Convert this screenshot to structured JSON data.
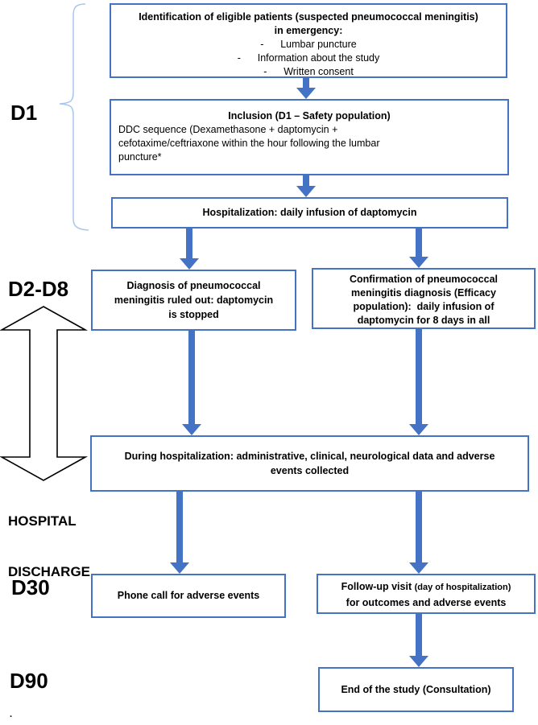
{
  "diagram": {
    "timeline": {
      "d1": "D1",
      "d2_d8": "D2-D8",
      "hospital_discharge": [
        "HOSPITAL",
        "DISCHARGE"
      ],
      "d30": "D30",
      "d90": "D90"
    },
    "boxes": {
      "identification": {
        "title_lines": [
          "Identification of eligible patients (suspected pneumococcal meningitis)",
          "in emergency:"
        ],
        "items": [
          "-      Lumbar puncture",
          "-      Information about the study",
          "-      Written consent"
        ]
      },
      "inclusion": {
        "title": "Inclusion (D1 – Safety population)",
        "body_lines": [
          "DDC sequence (Dexamethasone + daptomycin +",
          "cefotaxime/ceftriaxone within the hour following the lumbar",
          "puncture*"
        ]
      },
      "hospitalization": "Hospitalization: daily infusion of daptomycin",
      "diagnosis_ruled_out": {
        "lines": [
          "Diagnosis of pneumococcal",
          "meningitis ruled out: daptomycin",
          "is stopped"
        ]
      },
      "confirmation": {
        "lines": [
          "Confirmation of pneumococcal",
          "meningitis diagnosis (Efficacy",
          "population):  daily infusion of",
          "daptomycin for 8 days in all"
        ]
      },
      "during_hospitalization": {
        "lines": [
          "During hospitalization: administrative, clinical, neurological data and adverse",
          "events collected"
        ]
      },
      "phone_call": "Phone call for adverse events",
      "follow_up": {
        "main": "Follow-up visit ",
        "parenthetical": "(day of hospitalization)",
        "line2": "for outcomes and adverse events"
      },
      "end_of_study": "End of the study (Consultation)"
    },
    "footnote_mark": ".",
    "colors": {
      "box_border": "#4472C4",
      "arrow_fill": "#4472C4",
      "brace_stroke": "#A9C6EC",
      "timeline_arrow_stroke": "#000000",
      "timeline_arrow_fill": "#FFFFFF"
    }
  }
}
